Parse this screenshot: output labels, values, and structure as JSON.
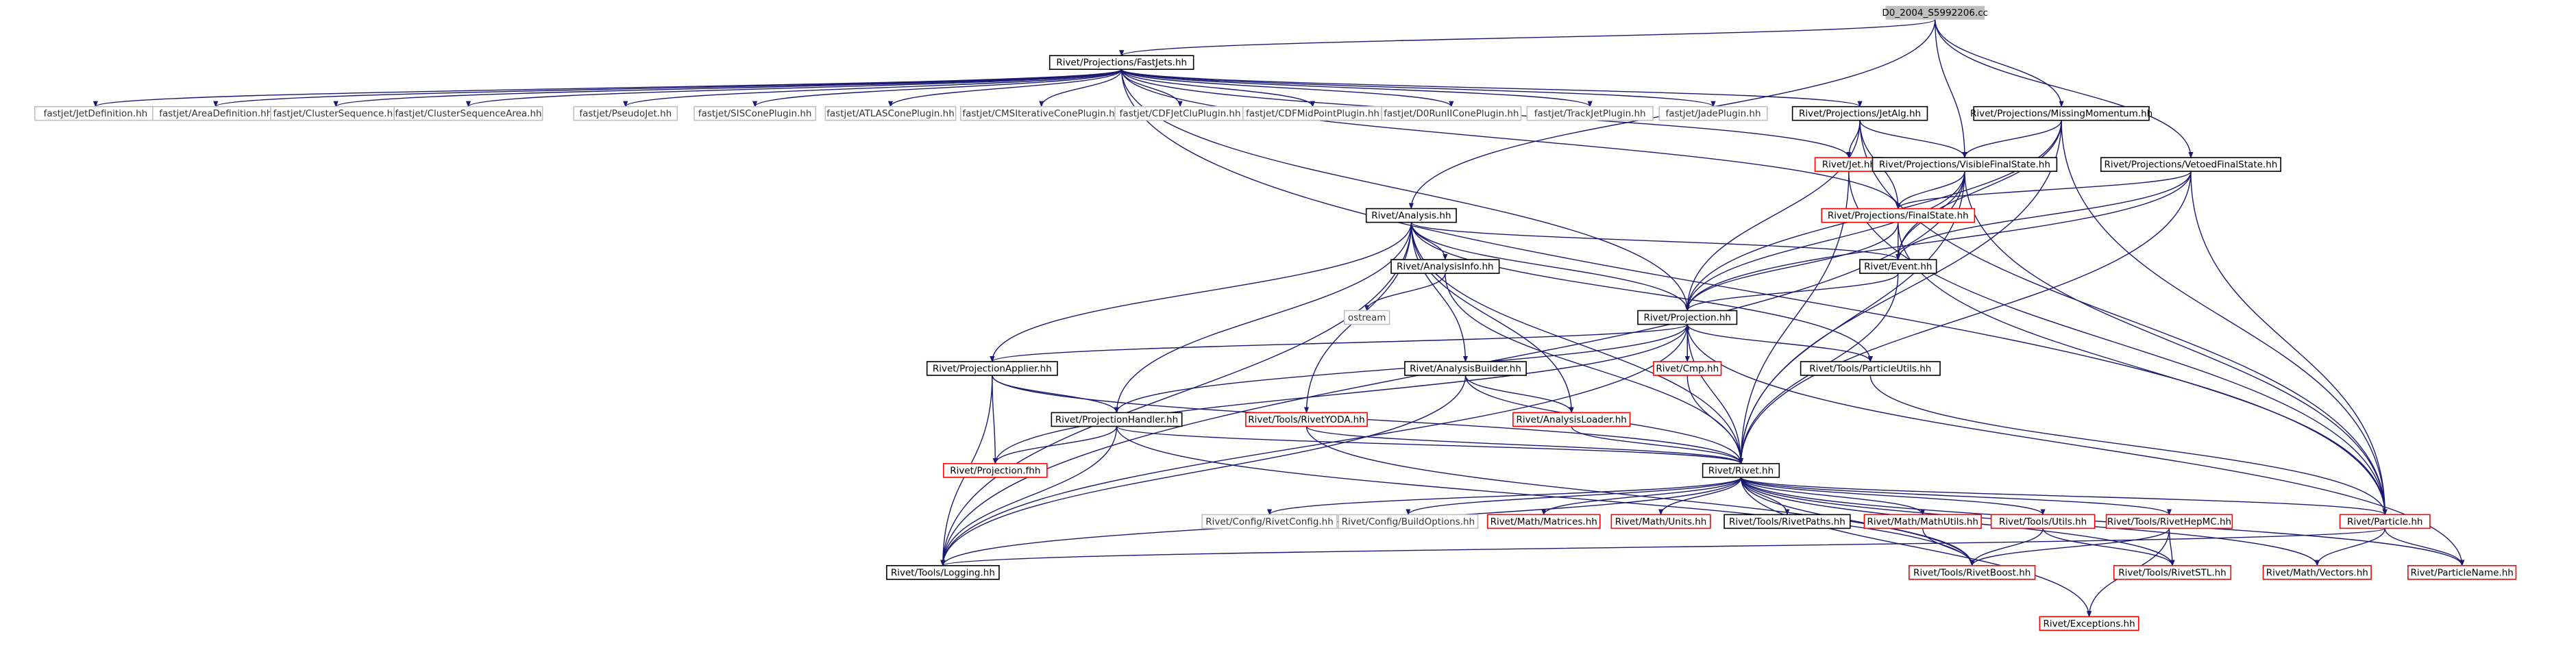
{
  "diagram": {
    "type": "include-dependency-graph",
    "colors": {
      "edge": "#191970",
      "root_fill": "#bfbfbf",
      "border_incomplete": "#ff0000",
      "border_documented": "#000000",
      "border_external": "#bfbfbf"
    },
    "nodes": [
      {
        "id": "root",
        "label": "D0_2004_S5992206.cc",
        "style": "root"
      },
      {
        "id": "fastjets",
        "label": "Rivet/Projections/FastJets.hh",
        "style": "black"
      },
      {
        "id": "fj_jetdef",
        "label": "fastjet/JetDefinition.hh",
        "style": "gray"
      },
      {
        "id": "fj_areadef",
        "label": "fastjet/AreaDefinition.hh",
        "style": "gray"
      },
      {
        "id": "fj_cs",
        "label": "fastjet/ClusterSequence.hh",
        "style": "gray"
      },
      {
        "id": "fj_csarea",
        "label": "fastjet/ClusterSequenceArea.hh",
        "style": "gray"
      },
      {
        "id": "fj_pseudo",
        "label": "fastjet/PseudoJet.hh",
        "style": "gray"
      },
      {
        "id": "fj_siscone",
        "label": "fastjet/SISConePlugin.hh",
        "style": "gray"
      },
      {
        "id": "fj_atlas",
        "label": "fastjet/ATLASConePlugin.hh",
        "style": "gray"
      },
      {
        "id": "fj_cmsit",
        "label": "fastjet/CMSIterativeConePlugin.hh",
        "style": "gray"
      },
      {
        "id": "fj_cdfclu",
        "label": "fastjet/CDFJetCluPlugin.hh",
        "style": "gray"
      },
      {
        "id": "fj_cdfmid",
        "label": "fastjet/CDFMidPointPlugin.hh",
        "style": "gray"
      },
      {
        "id": "fj_d0run",
        "label": "fastjet/D0RunIIConePlugin.hh",
        "style": "gray"
      },
      {
        "id": "fj_track",
        "label": "fastjet/TrackJetPlugin.hh",
        "style": "gray"
      },
      {
        "id": "fj_jade",
        "label": "fastjet/JadePlugin.hh",
        "style": "gray"
      },
      {
        "id": "jetalg",
        "label": "Rivet/Projections/JetAlg.hh",
        "style": "black"
      },
      {
        "id": "missmom",
        "label": "Rivet/Projections/MissingMomentum.hh",
        "style": "black"
      },
      {
        "id": "jet",
        "label": "Rivet/Jet.hh",
        "style": "red"
      },
      {
        "id": "visfs",
        "label": "Rivet/Projections/VisibleFinalState.hh",
        "style": "black"
      },
      {
        "id": "vetofs",
        "label": "Rivet/Projections/VetoedFinalState.hh",
        "style": "black"
      },
      {
        "id": "analysis",
        "label": "Rivet/Analysis.hh",
        "style": "black"
      },
      {
        "id": "finalstate",
        "label": "Rivet/Projections/FinalState.hh",
        "style": "red"
      },
      {
        "id": "analysisinfo",
        "label": "Rivet/AnalysisInfo.hh",
        "style": "black"
      },
      {
        "id": "event",
        "label": "Rivet/Event.hh",
        "style": "black"
      },
      {
        "id": "ostream",
        "label": "ostream",
        "style": "gray"
      },
      {
        "id": "projection",
        "label": "Rivet/Projection.hh",
        "style": "black"
      },
      {
        "id": "projapplier",
        "label": "Rivet/ProjectionApplier.hh",
        "style": "black"
      },
      {
        "id": "analysisbuilder",
        "label": "Rivet/AnalysisBuilder.hh",
        "style": "black"
      },
      {
        "id": "cmp",
        "label": "Rivet/Cmp.hh",
        "style": "red"
      },
      {
        "id": "particleutils",
        "label": "Rivet/Tools/ParticleUtils.hh",
        "style": "black"
      },
      {
        "id": "projhandler",
        "label": "Rivet/ProjectionHandler.hh",
        "style": "black"
      },
      {
        "id": "rivetyoda",
        "label": "Rivet/Tools/RivetYODA.hh",
        "style": "red"
      },
      {
        "id": "analysisloader",
        "label": "Rivet/AnalysisLoader.hh",
        "style": "red"
      },
      {
        "id": "projfhh",
        "label": "Rivet/Projection.fhh",
        "style": "red"
      },
      {
        "id": "rivet",
        "label": "Rivet/Rivet.hh",
        "style": "black"
      },
      {
        "id": "rivetconfig",
        "label": "Rivet/Config/RivetConfig.hh",
        "style": "gray"
      },
      {
        "id": "buildoptions",
        "label": "Rivet/Config/BuildOptions.hh",
        "style": "gray"
      },
      {
        "id": "matrices",
        "label": "Rivet/Math/Matrices.hh",
        "style": "red"
      },
      {
        "id": "units",
        "label": "Rivet/Math/Units.hh",
        "style": "red"
      },
      {
        "id": "rivetpaths",
        "label": "Rivet/Tools/RivetPaths.hh",
        "style": "black"
      },
      {
        "id": "mathutils",
        "label": "Rivet/Math/MathUtils.hh",
        "style": "red"
      },
      {
        "id": "toolsutils",
        "label": "Rivet/Tools/Utils.hh",
        "style": "red"
      },
      {
        "id": "hepmc",
        "label": "Rivet/Tools/RivetHepMC.hh",
        "style": "red"
      },
      {
        "id": "particle",
        "label": "Rivet/Particle.hh",
        "style": "red"
      },
      {
        "id": "logging",
        "label": "Rivet/Tools/Logging.hh",
        "style": "black"
      },
      {
        "id": "rivetboost",
        "label": "Rivet/Tools/RivetBoost.hh",
        "style": "red"
      },
      {
        "id": "rivetstl",
        "label": "Rivet/Tools/RivetSTL.hh",
        "style": "red"
      },
      {
        "id": "vectors",
        "label": "Rivet/Math/Vectors.hh",
        "style": "red"
      },
      {
        "id": "particlename",
        "label": "Rivet/ParticleName.hh",
        "style": "red"
      },
      {
        "id": "exceptions",
        "label": "Rivet/Exceptions.hh",
        "style": "red"
      }
    ]
  }
}
